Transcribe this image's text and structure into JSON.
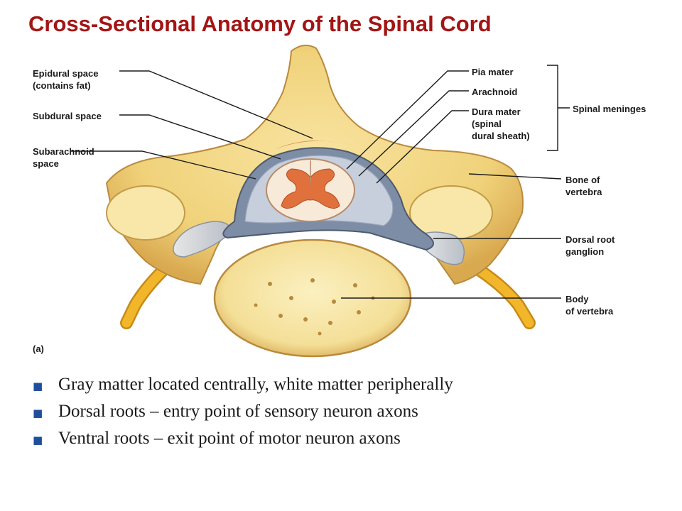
{
  "slide": {
    "title": "Cross-Sectional Anatomy of the Spinal Cord",
    "bullets": [
      "Gray matter located centrally, white matter peripherally",
      "Dorsal roots – entry point of sensory neuron axons",
      "Ventral roots – exit point of motor neuron axons"
    ],
    "bullet_icon": "square-bullet-icon"
  },
  "figure": {
    "panel_letter": "(a)",
    "labels": {
      "epidural": "Epidural space\n(contains fat)",
      "subdural": "Subdural space",
      "subarachnoid": "Subarachnoid\nspace",
      "pia": "Pia mater",
      "arachnoid": "Arachnoid",
      "dura": "Dura mater\n(spinal\ndural sheath)",
      "meninges": "Spinal meninges",
      "bone": "Bone of\nvertebra",
      "drg": "Dorsal root\nganglion",
      "body": "Body\nof vertebra"
    }
  },
  "colors": {
    "title": "#a31515",
    "bullet_marker": "#1f4f9c",
    "bone": "#f0d27a",
    "bone_outline": "#b98a3e",
    "nerve": "#f2b62b",
    "dura": "#7e8da6",
    "gray_matter": "#e0713d",
    "white_matter": "#f7ead8"
  }
}
